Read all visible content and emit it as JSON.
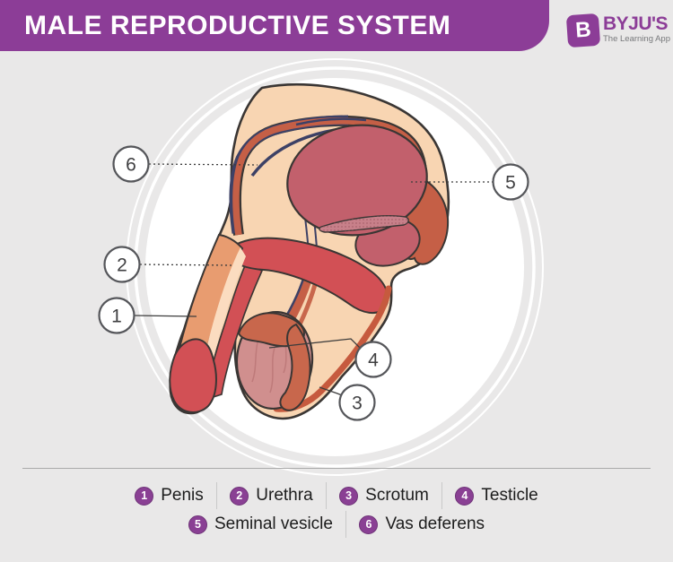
{
  "header": {
    "title": "MALE REPRODUCTIVE SYSTEM"
  },
  "logo": {
    "icon_letter": "B",
    "brand": "BYJU'S",
    "tagline": "The Learning App"
  },
  "diagram": {
    "description": "Sagittal cross-section illustration of the male reproductive system with numbered callouts",
    "callouts": [
      {
        "number": "1",
        "label": "Penis"
      },
      {
        "number": "2",
        "label": "Urethra"
      },
      {
        "number": "3",
        "label": "Scrotum"
      },
      {
        "number": "4",
        "label": "Testicle"
      },
      {
        "number": "5",
        "label": "Seminal vesicle"
      },
      {
        "number": "6",
        "label": "Vas deferens"
      }
    ]
  },
  "legend": {
    "items": [
      {
        "num": "1",
        "label": "Penis"
      },
      {
        "num": "2",
        "label": "Urethra"
      },
      {
        "num": "3",
        "label": "Scrotum"
      },
      {
        "num": "4",
        "label": "Testicle"
      },
      {
        "num": "5",
        "label": "Seminal vesicle"
      },
      {
        "num": "6",
        "label": "Vas deferens"
      }
    ]
  },
  "colors": {
    "header_purple": "#8C3D97",
    "badge_purple": "#8A4094",
    "background_gray": "#E9E8E8",
    "skin_peach": "#F8D5B2",
    "organ_rose": "#C2606C",
    "organ_red": "#D25055",
    "shaft_salmon": "#E89C70",
    "testicle_pink": "#D08F8E",
    "duct_rust": "#C55F46",
    "vas_navy": "#3D4166",
    "outline_dark": "#3A3634"
  }
}
